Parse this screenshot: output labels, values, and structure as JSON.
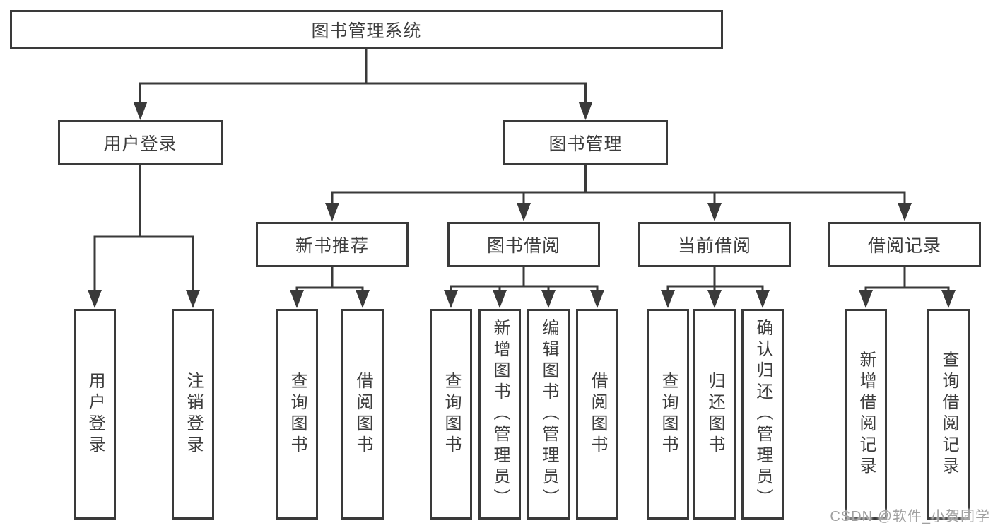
{
  "tree": {
    "root": "图书管理系统",
    "children": [
      {
        "label": "用户登录",
        "children": [
          "用户登录",
          "注销登录"
        ]
      },
      {
        "label": "图书管理",
        "children": [
          {
            "label": "新书推荐",
            "children": [
              "查询图书",
              "借阅图书"
            ]
          },
          {
            "label": "图书借阅",
            "children": [
              "查询图书",
              "新增图书（管理员）",
              "编辑图书（管理员）",
              "借阅图书"
            ]
          },
          {
            "label": "当前借阅",
            "children": [
              "查询图书",
              "归还图书",
              "确认归还（管理员）"
            ]
          },
          {
            "label": "借阅记录",
            "children": [
              "新增借阅记录",
              "查询借阅记录"
            ]
          }
        ]
      }
    ]
  },
  "watermark": "CSDN @软件_小贺同学",
  "colors": {
    "line": "#3a3a3a",
    "text": "#3d3d3d",
    "box_bg": "#ffffff",
    "bg": "#ffffff",
    "watermark": "#a0a0a0"
  }
}
